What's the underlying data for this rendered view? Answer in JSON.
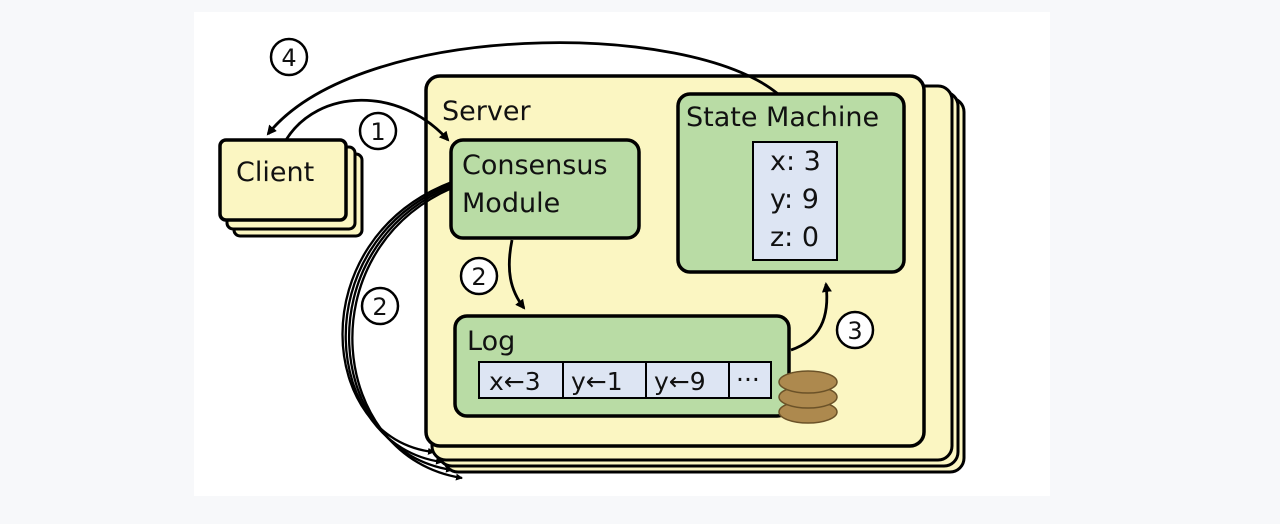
{
  "colors": {
    "server_fill": "#fbf6c2",
    "module_fill": "#b9dca5",
    "cell_fill": "#dde5f3",
    "disk_fill": "#ad894e",
    "stroke": "#000000"
  },
  "client": {
    "label": "Client"
  },
  "server": {
    "label": "Server"
  },
  "consensus_module": {
    "line1": "Consensus",
    "line2": "Module"
  },
  "state_machine": {
    "label": "State Machine",
    "entries": [
      "x: 3",
      "y: 9",
      "z: 0"
    ]
  },
  "log": {
    "label": "Log",
    "entries": [
      "x←3",
      "y←1",
      "y←9",
      "···"
    ]
  },
  "steps": {
    "one": "1",
    "two_a": "2",
    "two_b": "2",
    "three": "3",
    "four": "4"
  }
}
